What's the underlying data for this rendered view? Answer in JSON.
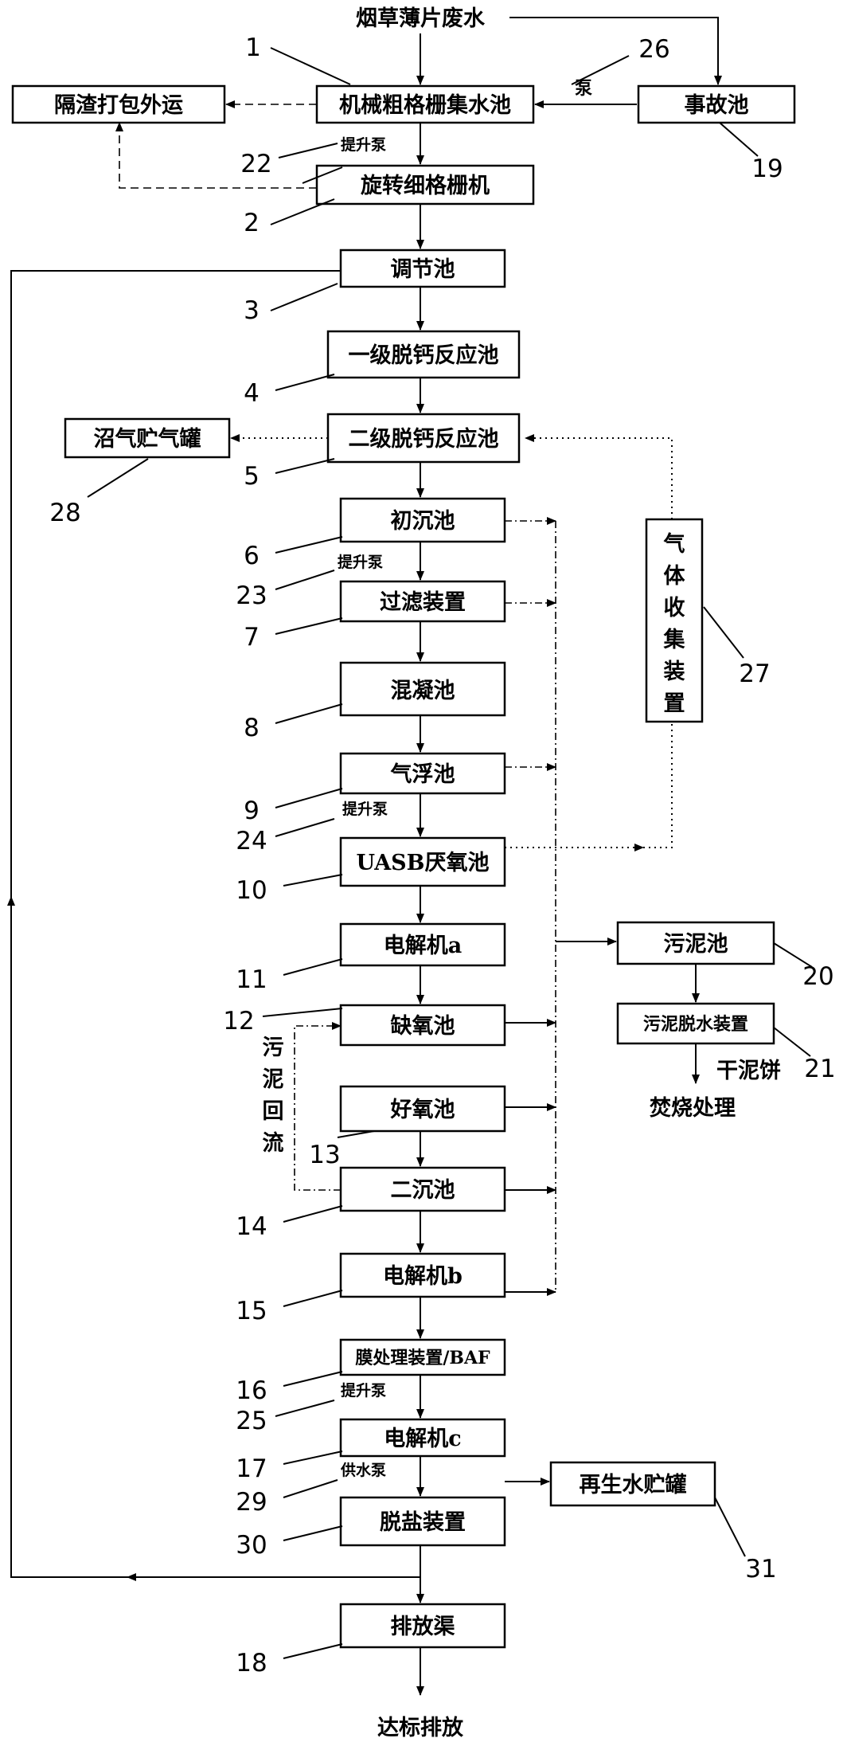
{
  "source": "烟草薄片废水",
  "boxes": {
    "b1": "机械粗格栅集水池",
    "b2": "旋转细格栅机",
    "b3": "调节池",
    "b4": "一级脱钙反应池",
    "b5": "二级脱钙反应池",
    "b6": "初沉池",
    "b7": "过滤装置",
    "b8": "混凝池",
    "b9": "气浮池",
    "b10": "UASB厌氧池",
    "b11": "电解机a",
    "b12": "缺氧池",
    "b13": "好氧池",
    "b14": "二沉池",
    "b15": "电解机b",
    "b16": "膜处理装置/BAF",
    "b17": "电解机c",
    "b18": "排放渠",
    "b19": "事故池",
    "b20": "污泥池",
    "b21": "污泥脱水装置",
    "b27": [
      "气",
      "体",
      "收",
      "集",
      "装",
      "置"
    ],
    "b28": "沼气贮气罐",
    "b30": "脱盐装置",
    "b31": "再生水贮罐",
    "bslag": "隔渣打包外运"
  },
  "notes": {
    "pump": "泵",
    "lift_pump": "提升泵",
    "supply_pump": "供水泵",
    "dry_cake": "干泥饼",
    "incineration": "焚烧处理",
    "discharge": "达标排放",
    "sludge_return": [
      "污",
      "泥",
      "回",
      "流"
    ]
  },
  "numbers": {
    "n1": "1",
    "n2": "2",
    "n3": "3",
    "n4": "4",
    "n5": "5",
    "n6": "6",
    "n7": "7",
    "n8": "8",
    "n9": "9",
    "n10": "10",
    "n11": "11",
    "n12": "12",
    "n13": "13",
    "n14": "14",
    "n15": "15",
    "n16": "16",
    "n17": "17",
    "n18": "18",
    "n19": "19",
    "n20": "20",
    "n21": "21",
    "n22": "22",
    "n23": "23",
    "n24": "24",
    "n25": "25",
    "n26": "26",
    "n27": "27",
    "n28": "28",
    "n29": "29",
    "n30": "30",
    "n31": "31"
  }
}
